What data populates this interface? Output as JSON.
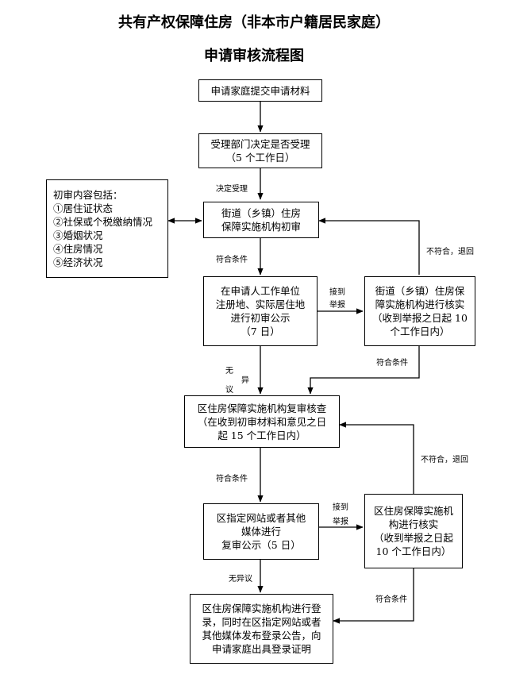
{
  "title": {
    "line1": "共有产权保障住房（非本市户籍居民家庭）",
    "line2": "申请审核流程图"
  },
  "boxes": {
    "submit": [
      "申请家庭提交申请材料"
    ],
    "accept": [
      "受理部门决定是否受理",
      "（5 个工作日）"
    ],
    "initial_review": [
      "街道（乡镇）住房",
      "保障实施机构初审"
    ],
    "review_contents": [
      "初审内容包括：",
      "①居住证状态",
      "②社保或个税缴纳情况",
      "③婚姻状况",
      "④住房情况",
      "⑤经济状况"
    ],
    "public_notice1": [
      "在申请人工作单位",
      "注册地、实际居住地",
      "进行初审公示",
      "（7 日）"
    ],
    "verify1": [
      "街道（乡镇）住房保",
      "障实施机构进行核实",
      "（收到举报之日起 10",
      "个工作日内）"
    ],
    "district_review": [
      "区住房保障实施机构复审核查",
      "（在收到初审材料和意见之日",
      "起 15 个工作日内）"
    ],
    "public_notice2": [
      "区指定网站或者其他",
      "媒体进行",
      "复审公示（5 日）"
    ],
    "verify2": [
      "区住房保障实施机",
      "构进行核实",
      "（收到举报之日起",
      "10 个工作日内）"
    ],
    "register": [
      "区住房保障实施机构进行登",
      "录，同时在区指定网站或者",
      "其他媒体发布登录公告，向",
      "申请家庭出具登录证明"
    ]
  },
  "labels": {
    "decide_accept": "决定受理",
    "qualified_1": "符合条件",
    "report_1": [
      "接到",
      "举报"
    ],
    "unqualified_return_1": "不符合，退回",
    "no_objection_1": [
      "无",
      "异",
      "议"
    ],
    "qualified_2": "符合条件",
    "qualified_3": "符合条件",
    "report_2": [
      "接到",
      "举报"
    ],
    "unqualified_return_2": "不符合，退回",
    "no_objection_2": "无异议",
    "qualified_4": "符合条件"
  }
}
